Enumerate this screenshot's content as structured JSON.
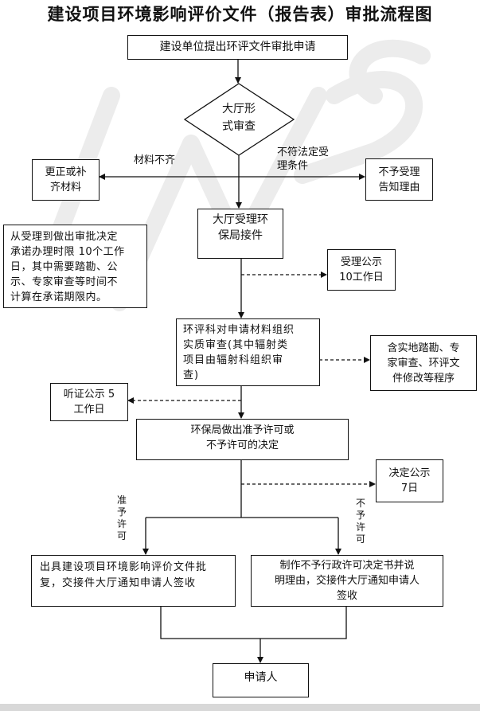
{
  "title": "建设项目环境影响评价文件（报告表）审批流程图",
  "watermark": "WPS",
  "nodes": {
    "apply": "建设单位提出环评文件审批申请",
    "formal_review": [
      "大厅形",
      "式审查"
    ],
    "supplement": [
      "更正或补",
      "齐材料"
    ],
    "reject_accept": [
      "不予受理",
      "告知理由"
    ],
    "accept": [
      "大厅受理环",
      "保局接件"
    ],
    "time_limit_note": [
      "从受理到做出审批决定",
      "承诺办理时限 10个工作",
      "日，其中需要踏勘、公",
      "示、专家审查等时间不",
      "计算在承诺期限内。"
    ],
    "accept_notice": [
      "受理公示",
      "10工作日"
    ],
    "substantive_review": [
      "环评科对申请材料组织",
      "实质审查(其中辐射类",
      "项目由辐射科组织审",
      "查)"
    ],
    "review_includes": [
      "含实地踏勘、专",
      "家审查、环评文",
      "件修改等程序"
    ],
    "hearing_notice": [
      "听证公示 5",
      "工作日"
    ],
    "decision": [
      "环保局做出准予许可或",
      "不予许可的决定"
    ],
    "decision_notice": [
      "决定公示",
      "7日"
    ],
    "approve_result": [
      "出具建设项目环境影响评价文件批",
      "复，交接件大厅通知申请人签收"
    ],
    "reject_result": [
      "制作不予行政许可决定书并说",
      "明理由，交接件大厅通知申请人",
      "签收"
    ],
    "applicant": "申请人"
  },
  "edge_labels": {
    "incomplete": "材料不齐",
    "not_compliant": [
      "不符法定受",
      "理条件"
    ],
    "approve": [
      "准",
      "予",
      "许",
      "可"
    ],
    "reject": [
      "不",
      "予",
      "许",
      "可"
    ]
  }
}
